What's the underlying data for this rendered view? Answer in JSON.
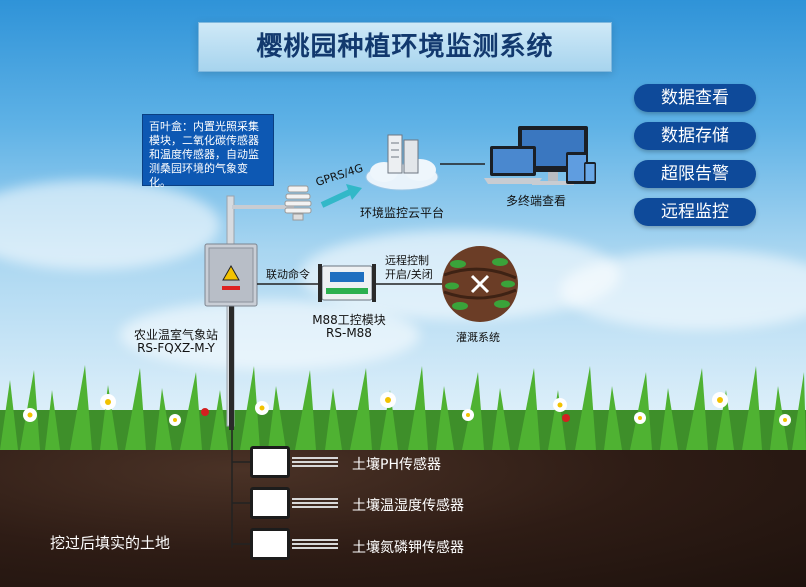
{
  "title": "樱桃园种植环境监测系统",
  "features": [
    "数据查看",
    "数据存储",
    "超限告警",
    "远程监控"
  ],
  "note_text": "百叶盒：内置光照采集模块，二氧化碳传感器和温度传感器，自动监测桑园环境的气象变化。",
  "cloud_platform": {
    "link_label": "GPRS/4G",
    "label": "环境监控云平台"
  },
  "terminals_label": "多终端查看",
  "station": {
    "name": "农业温室气象站",
    "model": "RS-FQXZ-M-Y"
  },
  "link_command": "联动命令",
  "controller": {
    "name": "M88工控模块",
    "model": "RS-M88"
  },
  "remote": {
    "line1": "远程控制",
    "line2": "开启/关闭"
  },
  "irrigation_label": "灌溉系统",
  "sensors": [
    "土壤PH传感器",
    "土壤温湿度传感器",
    "土壤氮磷钾传感器"
  ],
  "ground_label": "挖过后填实的土地",
  "colors": {
    "button": "#0e4a9a",
    "note_bg": "#0d58b3",
    "title_text": "#12396e",
    "link_arrow": "#32b8c8"
  }
}
